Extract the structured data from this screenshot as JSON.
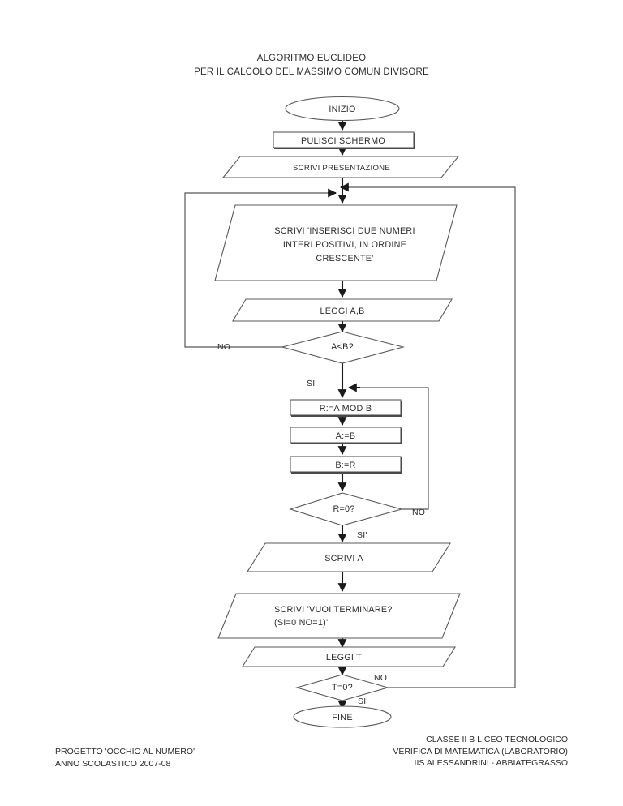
{
  "document": {
    "title_lines": [
      "ALGORITMO EUCLIDEO",
      "PER IL CALCOLO DEL MASSIMO COMUN DIVISORE"
    ]
  },
  "footer": {
    "left_lines": [
      "PROGETTO 'OCCHIO AL NUMERO'",
      "ANNO SCOLASTICO 2007-08"
    ],
    "right_lines": [
      "CLASSE II B LICEO TECNOLOGICO",
      "VERIFICA DI MATEMATICA (LABORATORIO)",
      "IIS ALESSANDRINI - ABBIATEGRASSO"
    ]
  },
  "flowchart": {
    "nodes": {
      "start": {
        "label": "INIZIO",
        "shape": "terminator"
      },
      "clear_screen": {
        "label": "PULISCI SCHERMO",
        "shape": "process"
      },
      "write_intro": {
        "label": "SCRIVI PRESENTAZIONE",
        "shape": "io"
      },
      "prompt_numbers": {
        "shape": "io",
        "line1": "SCRIVI 'INSERISCI DUE NUMERI",
        "line2": "INTERI POSITIVI, IN ORDINE",
        "line3": "CRESCENTE'"
      },
      "read_ab": {
        "label": "LEGGI A,B",
        "shape": "io"
      },
      "check_ab": {
        "label": "A<B?",
        "shape": "decision"
      },
      "r_assign": {
        "label": "R:=A MOD B",
        "shape": "process"
      },
      "a_assign": {
        "label": "A:=B",
        "shape": "process"
      },
      "b_assign": {
        "label": "B:=R",
        "shape": "process"
      },
      "check_r": {
        "label": "R=0?",
        "shape": "decision"
      },
      "write_a": {
        "label": "SCRIVI A",
        "shape": "io"
      },
      "prompt_end": {
        "shape": "io",
        "line1": "SCRIVI 'VUOI TERMINARE?",
        "line2": "(SI=0 NO=1)'"
      },
      "read_t": {
        "label": "LEGGI T",
        "shape": "io"
      },
      "check_t": {
        "label": "T=0?",
        "shape": "decision"
      },
      "end": {
        "label": "FINE",
        "shape": "terminator"
      }
    },
    "edge_labels": {
      "ab_no": "NO",
      "ab_yes": "SI'",
      "r_no": "NO",
      "r_yes": "SI'",
      "t_no": "NO",
      "t_yes": "SI'"
    },
    "colors": {
      "stroke": "#58585a",
      "arrow": "#1a1a1a",
      "fill": "#ffffff",
      "text": "#2b2b2b"
    }
  }
}
